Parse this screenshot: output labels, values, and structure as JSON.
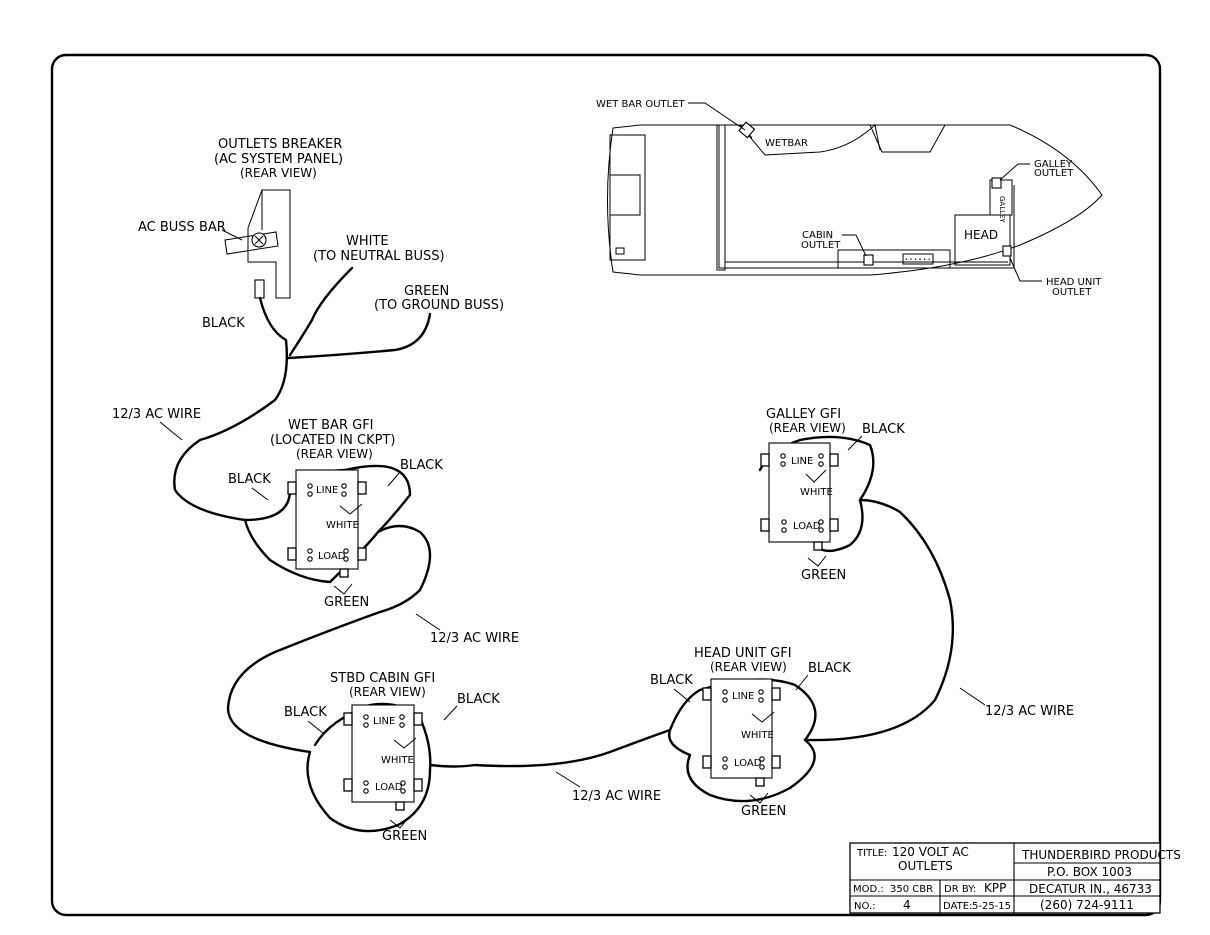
{
  "breaker": {
    "title1": "OUTLETS BREAKER",
    "title2": "(AC SYSTEM PANEL)",
    "title3": "(REAR VIEW)",
    "buss_bar": "AC BUSS BAR",
    "white1": "WHITE",
    "white2": "(TO NEUTRAL BUSS)",
    "green1": "GREEN",
    "green2": "(TO GROUND BUSS)",
    "black": "BLACK"
  },
  "wire_label": "12/3 AC WIRE",
  "wetbar_gfi": {
    "title1": "WET BAR GFI",
    "title2": "(LOCATED IN CKPT)",
    "title3": "(REAR VIEW)",
    "line": "LINE",
    "load": "LOAD",
    "white": "WHITE",
    "black_left": "BLACK",
    "black_right": "BLACK",
    "green": "GREEN"
  },
  "stbd_gfi": {
    "title1": "STBD CABIN GFI",
    "title2": "(REAR VIEW)",
    "line": "LINE",
    "load": "LOAD",
    "white": "WHITE",
    "black_left": "BLACK",
    "black_right": "BLACK",
    "green": "GREEN"
  },
  "head_gfi": {
    "title1": "HEAD UNIT GFI",
    "title2": "(REAR VIEW)",
    "line": "LINE",
    "load": "LOAD",
    "white": "WHITE",
    "black_left": "BLACK",
    "black_right": "BLACK",
    "green": "GREEN"
  },
  "galley_gfi": {
    "title1": "GALLEY GFI",
    "title2": "(REAR VIEW)",
    "line": "LINE",
    "load": "LOAD",
    "white": "WHITE",
    "black": "BLACK",
    "green": "GREEN"
  },
  "boat": {
    "wetbar_outlet": "WET BAR OUTLET",
    "wetbar": "WETBAR",
    "galley_outlet1": "GALLEY",
    "galley_outlet2": "OUTLET",
    "galley": "GALLEY",
    "cabin_outlet1": "CABIN",
    "cabin_outlet2": "OUTLET",
    "head": "HEAD",
    "head_outlet1": "HEAD UNIT",
    "head_outlet2": "OUTLET"
  },
  "title_block": {
    "title_label": "TITLE:",
    "title1": "120 VOLT AC",
    "title2": "OUTLETS",
    "company": "THUNDERBIRD PRODUCTS",
    "po_box": "P.O. BOX 1003",
    "mod_label": "MOD.:",
    "mod": "350 CBR",
    "dr_label": "DR BY:",
    "dr": "KPP",
    "city": "DECATUR IN., 46733",
    "no_label": "NO.:",
    "no": "4",
    "date_label": "DATE:",
    "date": "5-25-15",
    "phone": "(260) 724-9111"
  }
}
